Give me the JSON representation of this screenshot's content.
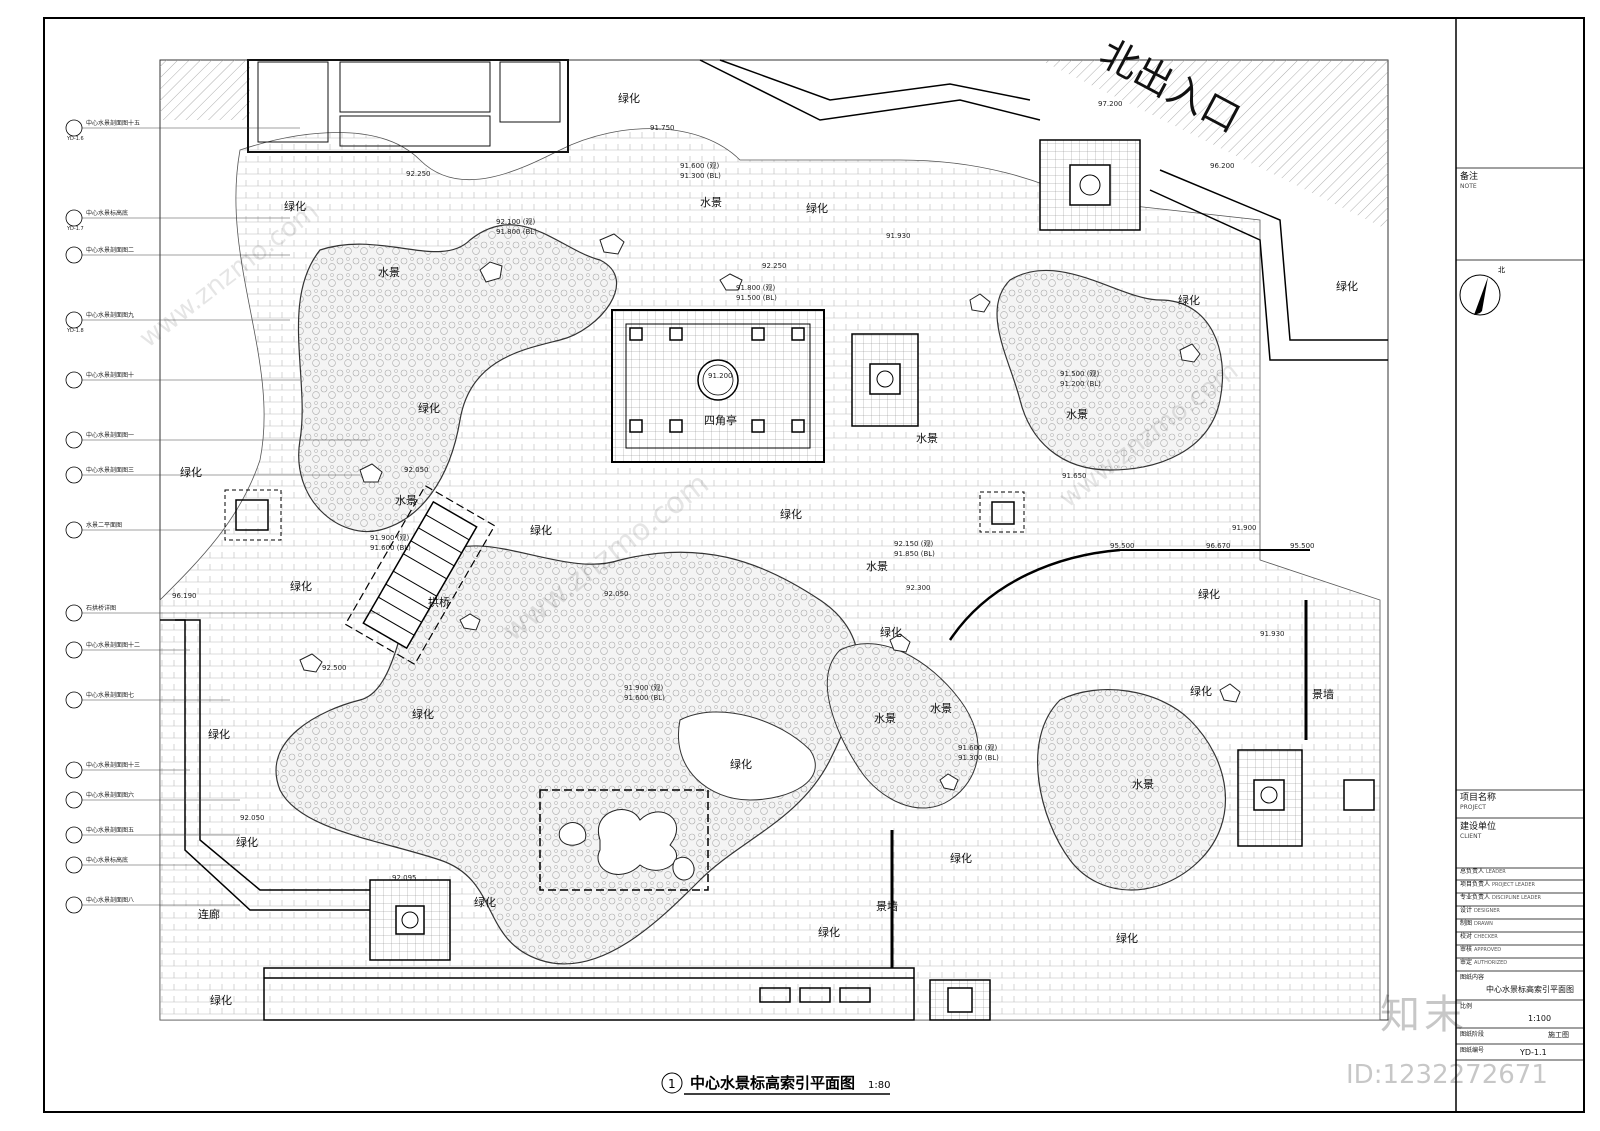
{
  "title": {
    "number": "1",
    "text": "中心水景标高索引平面图",
    "scale": "1:80"
  },
  "plan_labels": {
    "entrance": "北出入口",
    "pavilion": "四角亭",
    "bridge": "拱桥",
    "corridor": "连廊",
    "scenic_wall_a": "景墙",
    "scenic_wall_b": "景墙",
    "greenery": "绿化",
    "water": "水景"
  },
  "elevations": [
    "92.250",
    "91.600 (观)",
    "91.300 (BL)",
    "91.750",
    "92.100 (观)",
    "91.800 (BL)",
    "92.250",
    "91.930",
    "91.800 (观)",
    "91.500 (BL)",
    "91.200",
    "92.050",
    "91.900 (观)",
    "91.600 (BL)",
    "92.150 (观)",
    "91.850 (BL)",
    "92.300",
    "96.190",
    "92.500",
    "91.900 (观)",
    "91.600 (BL)",
    "92.050",
    "91.600 (观)",
    "91.300 (BL)",
    "96.200",
    "91.500 (观)",
    "91.200 (BL)",
    "91.650",
    "91.900",
    "95.500",
    "96.670",
    "95.500",
    "91.930",
    "92.095",
    "92.050",
    "97.200"
  ],
  "index_callouts": [
    "中心水景剖面图十五",
    "中心水景标高底",
    "中心水景剖面图二",
    "中心水景剖面图九",
    "中心水景剖面图十",
    "中心水景剖面图一",
    "中心水景剖面图三",
    "水景二平面图",
    "石拱桥详图",
    "中心水景剖面图十二",
    "中心水景剖面图七",
    "中心水景剖面图十三",
    "中心水景剖面图六",
    "中心水景剖面图五",
    "中心水景标高底",
    "中心水景剖面图八"
  ],
  "callout_codes": [
    "YD-1.6",
    "YD-1.7",
    "YD-1.8"
  ],
  "north": "北",
  "title_block": {
    "note_label": "备注",
    "note_en": "NOTE",
    "project_label": "项目名称",
    "project_en": "PROJECT",
    "client_label": "建设单位",
    "client_en": "CLIENT",
    "rows": [
      {
        "cn": "总负责人",
        "en": "LEADER"
      },
      {
        "cn": "项目负责人",
        "en": "PROJECT LEADER"
      },
      {
        "cn": "专业负责人",
        "en": "DISCIPLINE LEADER"
      },
      {
        "cn": "设计",
        "en": "DESIGNER"
      },
      {
        "cn": "制图",
        "en": "DRAWN"
      },
      {
        "cn": "校对",
        "en": "CHECKER"
      },
      {
        "cn": "审核",
        "en": "APPROVED"
      },
      {
        "cn": "审定",
        "en": "AUTHORIZED"
      }
    ],
    "drawing_label": "图纸内容",
    "drawing_title": "中心水景标高索引平面图",
    "scale_label": "比例",
    "scale": "1:100",
    "stage_label": "图纸阶段",
    "stage": "施工图",
    "sheet_label": "图纸编号",
    "sheet_no": "YD-1.1"
  },
  "watermark": {
    "brand": "知末",
    "id": "ID:1232272671",
    "site": "www.znzmo.com"
  }
}
